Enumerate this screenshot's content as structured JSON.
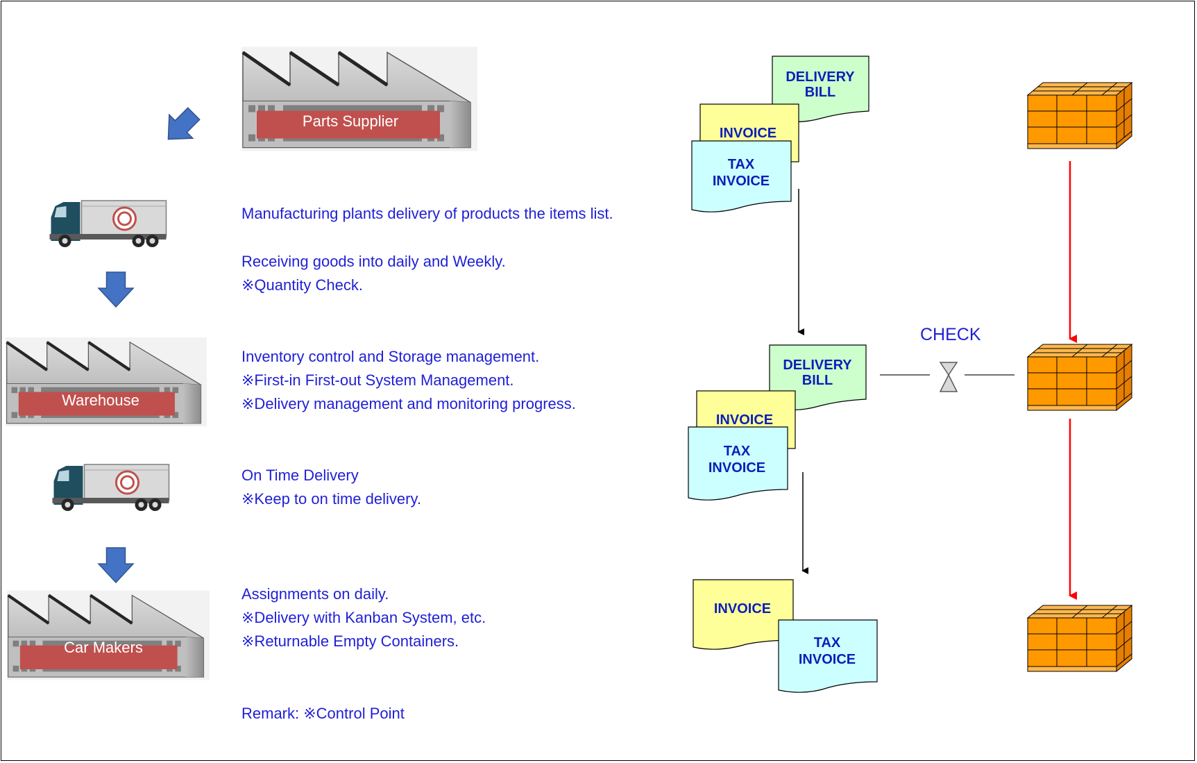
{
  "facilities": {
    "supplier": "Parts Supplier",
    "warehouse": "Warehouse",
    "car_makers": "Car Makers"
  },
  "notes": {
    "block1": [
      "Manufacturing plants delivery of products the items list."
    ],
    "block2": [
      "Receiving goods into daily and Weekly.",
      "※Quantity Check."
    ],
    "block3": [
      "Inventory control and Storage management.",
      "※First-in First-out System Management.",
      "※Delivery management and monitoring progress."
    ],
    "block4": [
      "On Time Delivery",
      "※Keep to on time delivery."
    ],
    "block5": [
      "Assignments on daily.",
      "※Delivery with Kanban System, etc.",
      "※Returnable Empty Containers."
    ],
    "remark": "Remark: ※Control Point"
  },
  "documents": {
    "delivery_bill_line1": "DELIVERY",
    "delivery_bill_line2": "BILL",
    "invoice": "INVOICE",
    "tax_invoice_line1": "TAX",
    "tax_invoice_line2": "INVOICE"
  },
  "check_label": "CHECK",
  "colors": {
    "text_blue": "#1f1fd6",
    "doc_label_blue": "#0a1fb8",
    "label_red": "#c0504d",
    "factory_gray": "#bfbfbf",
    "arrow_blue": "#4472c4",
    "delivery_bill_fill": "#ccffcc",
    "invoice_fill": "#ffff99",
    "tax_invoice_fill": "#ccffff",
    "pallet_orange": "#ff9900",
    "flow_red": "#ff0000"
  },
  "icons": [
    "factory-icon",
    "truck-icon",
    "down-arrow-icon",
    "pallet-boxes-icon",
    "hourglass-icon"
  ]
}
